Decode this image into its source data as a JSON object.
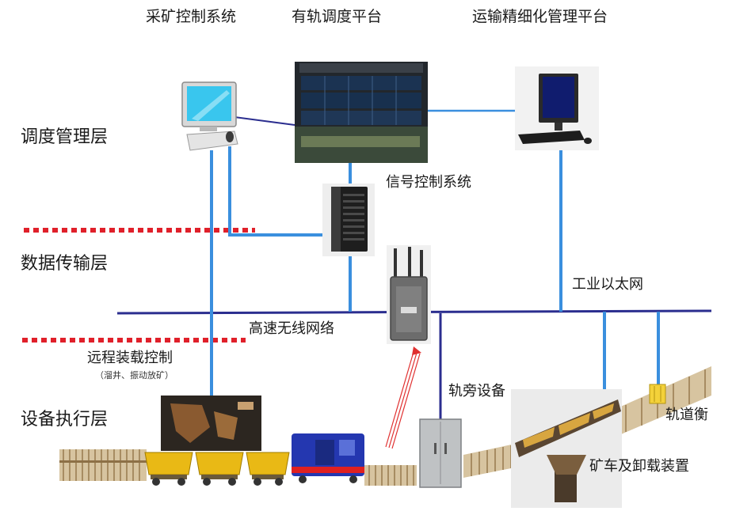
{
  "titles": {
    "mining_control": "采矿控制系统",
    "rail_dispatch": "有轨调度平台",
    "transport_mgmt": "运输精细化管理平台"
  },
  "layers": {
    "dispatch": "调度管理层",
    "data": "数据传输层",
    "equipment": "设备执行层"
  },
  "labels": {
    "signal_control": "信号控制系统",
    "industrial_ethernet": "工业以太网",
    "wireless_network": "高速无线网络",
    "remote_loading": "远程装载控制",
    "remote_loading_sub": "（溜井、振动放矿）",
    "trackside": "轨旁设备",
    "track_scale": "轨道衡",
    "cart_unloading": "矿车及卸载装置"
  },
  "colors": {
    "network_line": "#2b2e8f",
    "link_line": "#3a8fde",
    "layer_divider": "#e0202a",
    "wireless_signal": "#e03030"
  }
}
